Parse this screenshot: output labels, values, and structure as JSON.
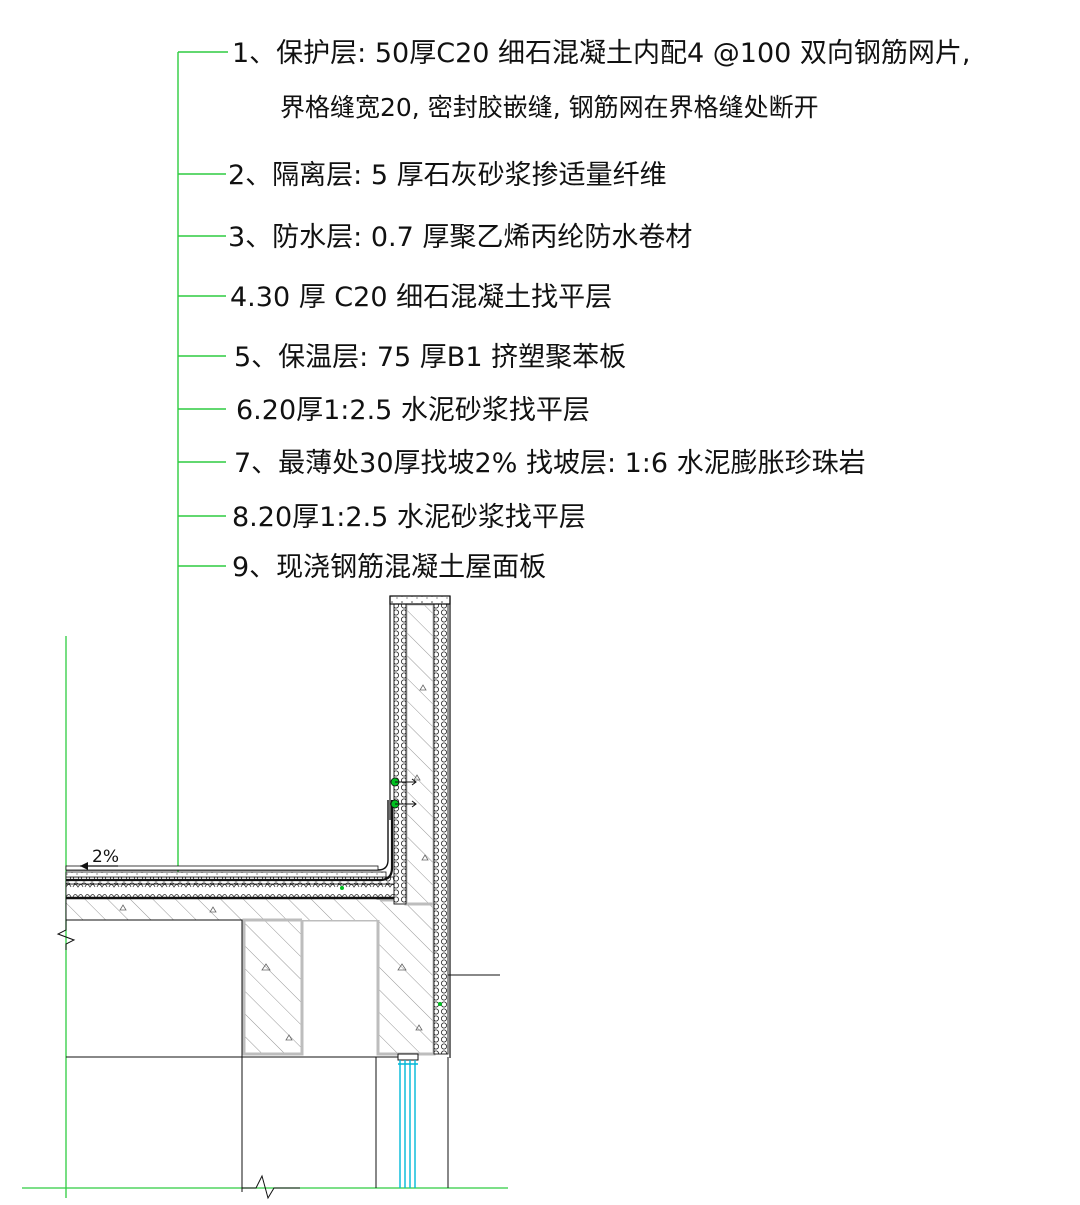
{
  "colors": {
    "leader": "#2ecc40",
    "linework": "#111111",
    "hatch": "#6e6e6e",
    "concrete_edge": "#bdbdbd",
    "drain_glass": "#00b8d8",
    "seal_mark": "#00c020"
  },
  "layers": [
    {
      "id": "1",
      "text": "1、保护层: 50厚C20 细石混凝土内配4 @100 双向钢筋网片,",
      "continuation": "界格缝宽20, 密封胶嵌缝, 钢筋网在界格缝处断开"
    },
    {
      "id": "2",
      "text": "2、隔离层: 5 厚石灰砂浆掺适量纤维"
    },
    {
      "id": "3",
      "text": "3、防水层: 0.7 厚聚乙烯丙纶防水卷材"
    },
    {
      "id": "4",
      "text": "4.30 厚 C20 细石混凝土找平层"
    },
    {
      "id": "5",
      "text": "5、保温层: 75 厚B1 挤塑聚苯板"
    },
    {
      "id": "6",
      "text": "6.20厚1:2.5 水泥砂浆找平层"
    },
    {
      "id": "7",
      "text": "7、最薄处30厚找坡2% 找坡层: 1:6 水泥膨胀珍珠岩"
    },
    {
      "id": "8",
      "text": "8.20厚1:2.5 水泥砂浆找平层"
    },
    {
      "id": "9",
      "text": "9、现浇钢筋混凝土屋面板"
    }
  ],
  "slope_label": "2%"
}
